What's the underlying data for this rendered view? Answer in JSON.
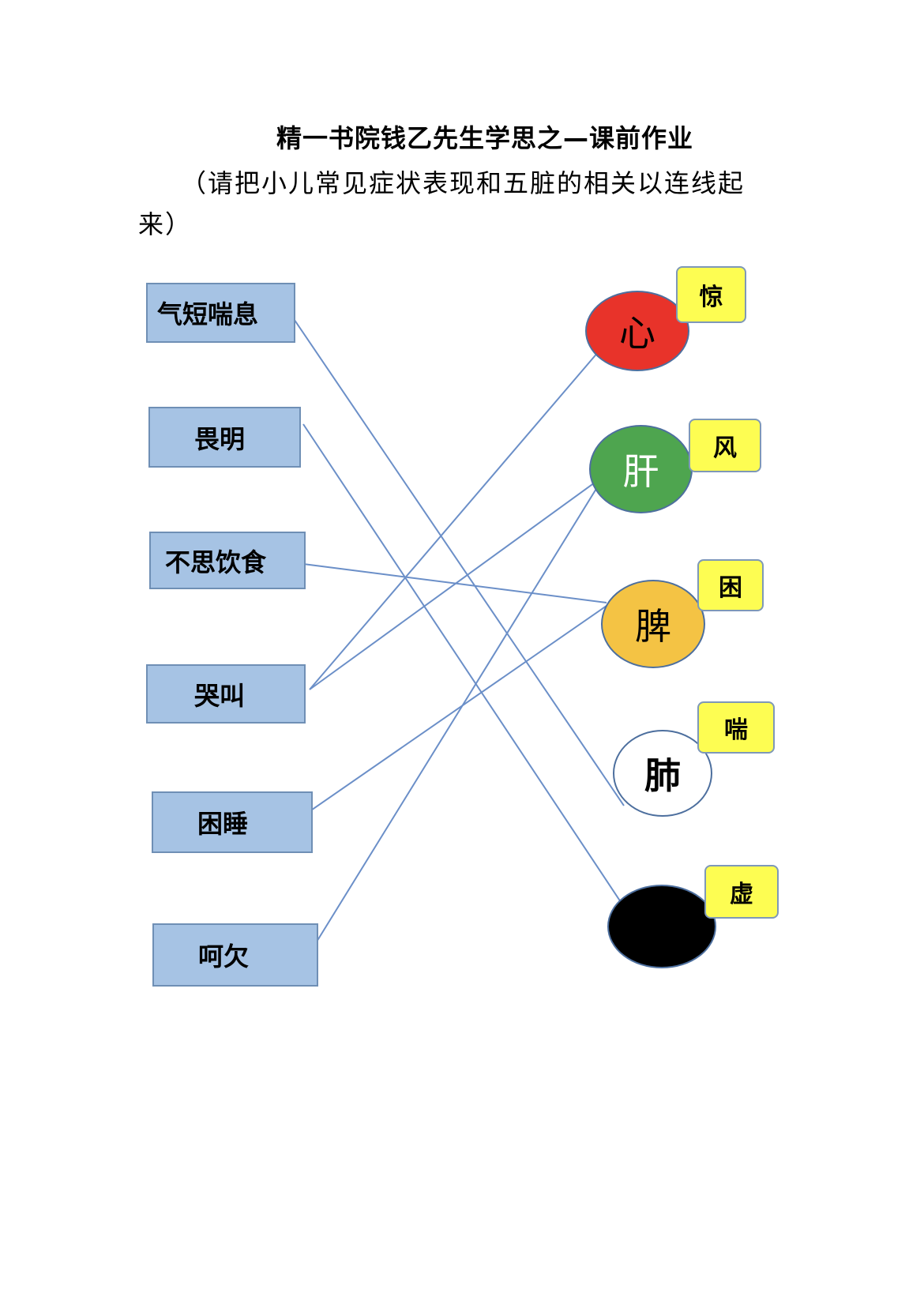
{
  "title": "精一书院钱乙先生学思之—课前作业",
  "instruction": "（请把小儿常见症状表现和五脏的相关以连线起来）",
  "symptoms": [
    "气短喘息",
    "畏明",
    "不思饮食",
    "哭叫",
    "困睡",
    "呵欠"
  ],
  "organs": [
    {
      "label": "心",
      "tag": "惊",
      "color": "#e8332a",
      "text_color": "#000000"
    },
    {
      "label": "肝",
      "tag": "风",
      "color": "#4ea54f",
      "text_color": "#ffffff"
    },
    {
      "label": "脾",
      "tag": "困",
      "color": "#f4c344",
      "text_color": "#000000"
    },
    {
      "label": "肺",
      "tag": "喘",
      "color": "#ffffff",
      "text_color": "#000000"
    },
    {
      "label": "",
      "tag": "虚",
      "color": "#000000",
      "text_color": "#ffffff"
    }
  ],
  "colors": {
    "symptom_box": "#a6c3e4",
    "tag": "#fdfd52",
    "line": "#6b8fc8"
  }
}
